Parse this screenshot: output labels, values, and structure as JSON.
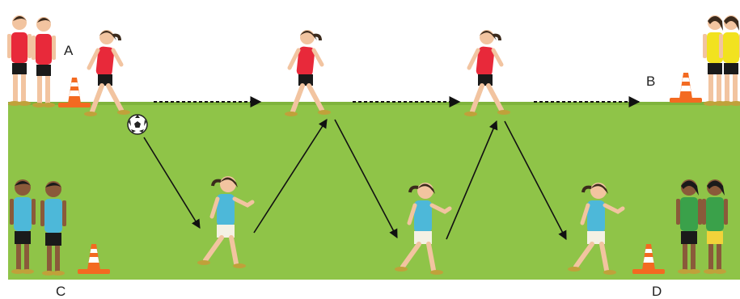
{
  "labels": {
    "a": "A",
    "b": "B",
    "c": "C",
    "d": "D"
  },
  "colors": {
    "field": "#8fc448",
    "field_edge": "#7fb33c",
    "sky": "#ffffff",
    "red_shirt": "#e8293a",
    "yellow_shirt": "#f2e21f",
    "blue_shirt": "#4db8d9",
    "green_shirt": "#3aa14a",
    "cone": "#f36a21",
    "shorts_dark": "#1a1a1a",
    "shorts_light": "#f4f1e4",
    "shorts_yellow": "#f2d33a",
    "skin_light": "#f2c4a0",
    "skin_dark": "#8a5a3a",
    "hair": "#3b2a1c",
    "arrow": "#111111"
  },
  "icons": {
    "cone": "traffic-cone-icon",
    "ball": "soccer-ball-icon",
    "player": "player-figure-icon"
  }
}
